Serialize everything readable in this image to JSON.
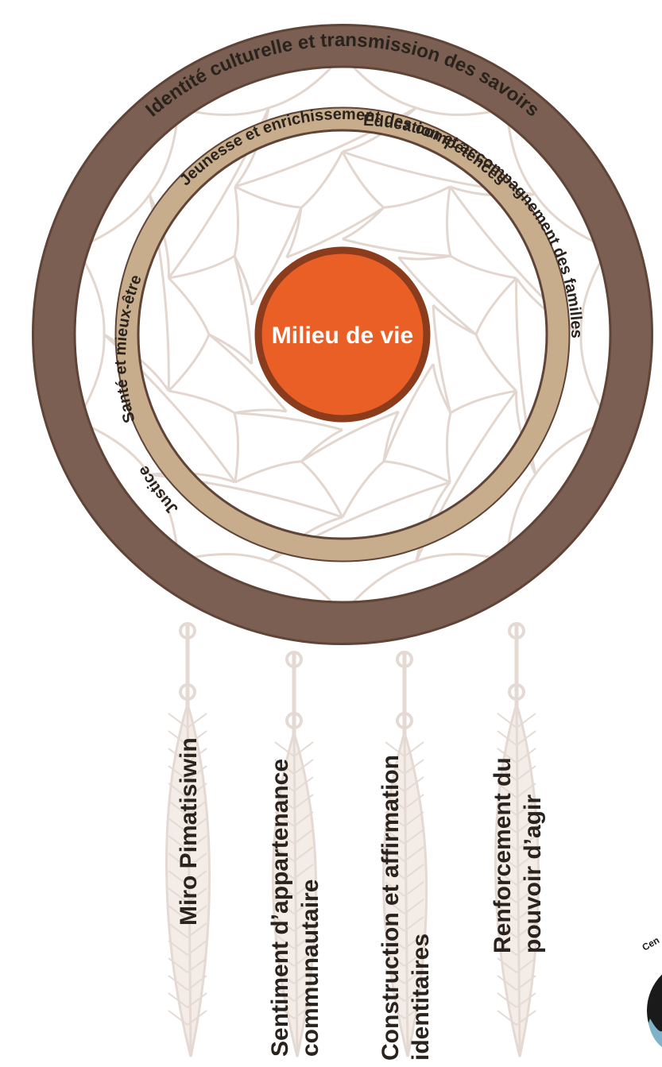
{
  "diagram": {
    "center_label": "Milieu de vie",
    "outer_ring_label": "Identité culturelle et transmission des savoirs",
    "inner_ring_labels": {
      "top": "Jeunesse et enrichissement des compétences",
      "right": "Éducation et accompagnement des familles",
      "left_upper": "Santé et mieux-être",
      "left_lower": "Justice"
    },
    "feathers": [
      {
        "lines": [
          "Miro Pimatisiwin"
        ]
      },
      {
        "lines": [
          "Sentiment d’appartenance",
          "communautaire"
        ]
      },
      {
        "lines": [
          "Construction et affirmation",
          "identitaires"
        ]
      },
      {
        "lines": [
          "Renforcement du",
          "pouvoir d’agir"
        ]
      }
    ],
    "logo_partial_text": "Cen",
    "colors": {
      "outer_ring": "#7a5f52",
      "inner_ring": "#c7ad8c",
      "web": "#e3d6ce",
      "center_fill": "#ea5f25",
      "center_border": "#8a3c1d",
      "feather": "#e5dad3",
      "text": "#2a221d"
    }
  }
}
